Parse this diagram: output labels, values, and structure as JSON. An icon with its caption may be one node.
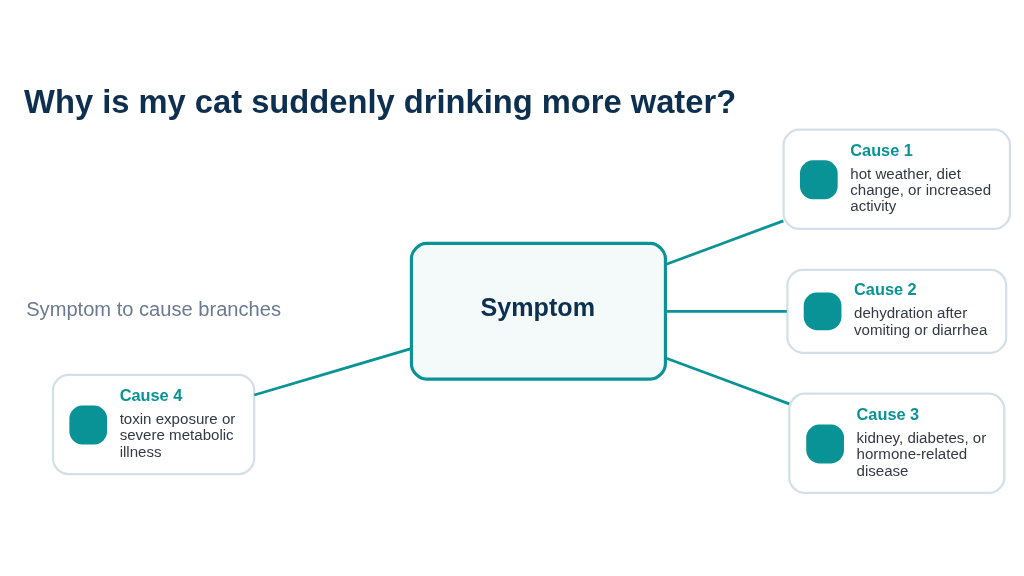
{
  "diagram": {
    "title": "Why is my cat suddenly drinking more water?",
    "nodes": [
      {
        "text": [
          "Symptom"
        ]
      },
      {
        "text": [
          "Cause 1",
          "hot weather, diet change, or increased activity"
        ]
      },
      {
        "text": [
          "Cause 2",
          "dehydration after vomiting or diarrhea"
        ]
      },
      {
        "text": [
          "Cause 3",
          "kidney, diabetes, or hormone-related disease"
        ]
      },
      {
        "text": [
          "Cause 4",
          "toxin exposure or severe metabolic illness"
        ]
      }
    ],
    "edges": [
      {
        "from": 0,
        "to": 1,
        "arrow": "none"
      },
      {
        "from": 0,
        "to": 2,
        "arrow": "none"
      },
      {
        "from": 0,
        "to": 3,
        "arrow": "none"
      },
      {
        "from": 0,
        "to": 4,
        "arrow": "none"
      }
    ],
    "labels": [
      "Symptom to cause branches"
    ]
  }
}
